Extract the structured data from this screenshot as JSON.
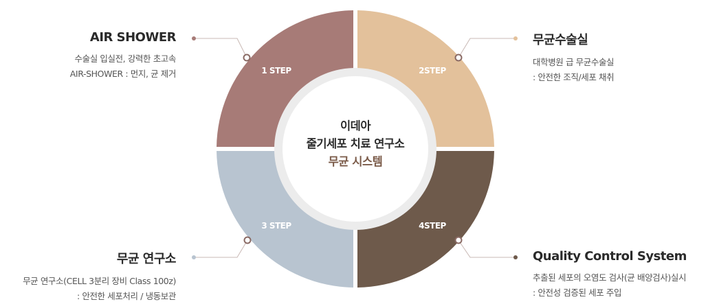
{
  "center": {
    "line1": "이데아",
    "line2": "줄기세포 치료 연구소",
    "line3": "무균 시스템"
  },
  "steps": [
    {
      "label": "1 STEP",
      "color": "#a77b77"
    },
    {
      "label": "2STEP",
      "color": "#e3c19b"
    },
    {
      "label": "3 STEP",
      "color": "#b8c4d0"
    },
    {
      "label": "4STEP",
      "color": "#6e5a4b"
    }
  ],
  "blocks": {
    "air_shower": {
      "title": "AIR SHOWER",
      "line1": "수술실 입실전, 강력한 초고속",
      "line2": "AIR-SHOWER : 먼지, 균 제거"
    },
    "sterile_or": {
      "title": "무균수술실",
      "line1": "대학병원 급 무균수술실",
      "line2": ": 안전한 조직/세포 채취"
    },
    "sterile_lab": {
      "title": "무균 연구소",
      "line1": "무균 연구소(CELL 3분리 장비 Class 100z)",
      "line2": ": 안전한 세포처리 / 냉동보관"
    },
    "qc": {
      "title": "Quality Control System",
      "line1": "추출된 세포의 오염도 검사(균 배양검사)실시",
      "line2": ": 안전성 검증된 세포 주입"
    }
  },
  "colors": {
    "connector_dot": "#8a6a64",
    "connector_line": "#c8b8b4",
    "inner_ring": "#ececec"
  }
}
